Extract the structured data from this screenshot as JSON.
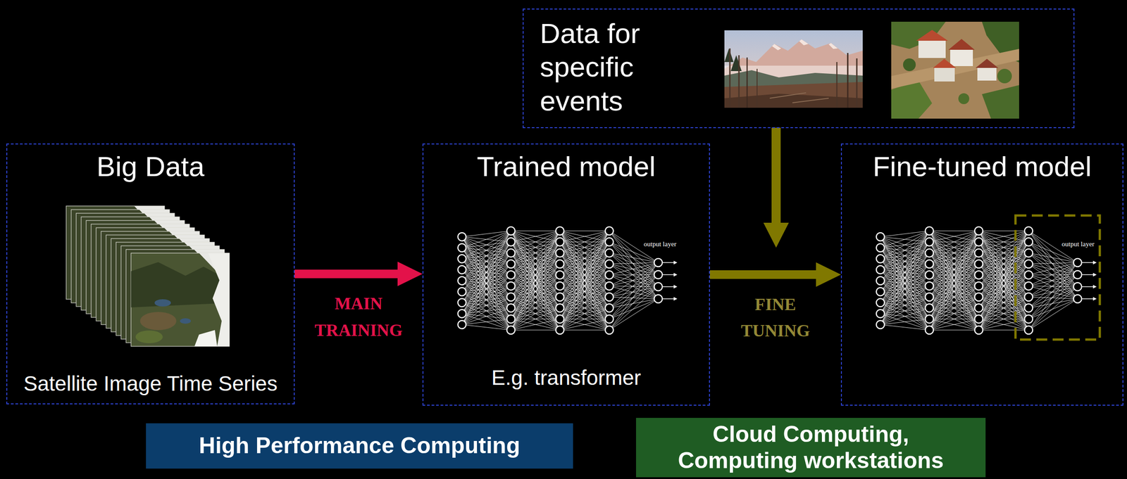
{
  "diagram": {
    "nodes": [
      {
        "text": [
          "Data for specific events"
        ]
      },
      {
        "text": [
          "Big Data",
          "Satellite Image Time Series"
        ]
      },
      {
        "text": [
          "Trained model",
          "E.g. transformer"
        ]
      },
      {
        "text": [
          "Fine-tuned model"
        ]
      },
      {
        "text": [
          "High Performance Computing"
        ]
      },
      {
        "text": [
          "Cloud Computing, Computing workstations"
        ]
      }
    ],
    "edges": [
      {
        "from": 1,
        "to": 2,
        "label": "MAIN TRAINING",
        "arrow": "to"
      },
      {
        "from": 2,
        "to": 3,
        "label": "FINE TUNING",
        "arrow": "to"
      }
    ],
    "labels": [
      "output layer",
      "output layer"
    ]
  }
}
